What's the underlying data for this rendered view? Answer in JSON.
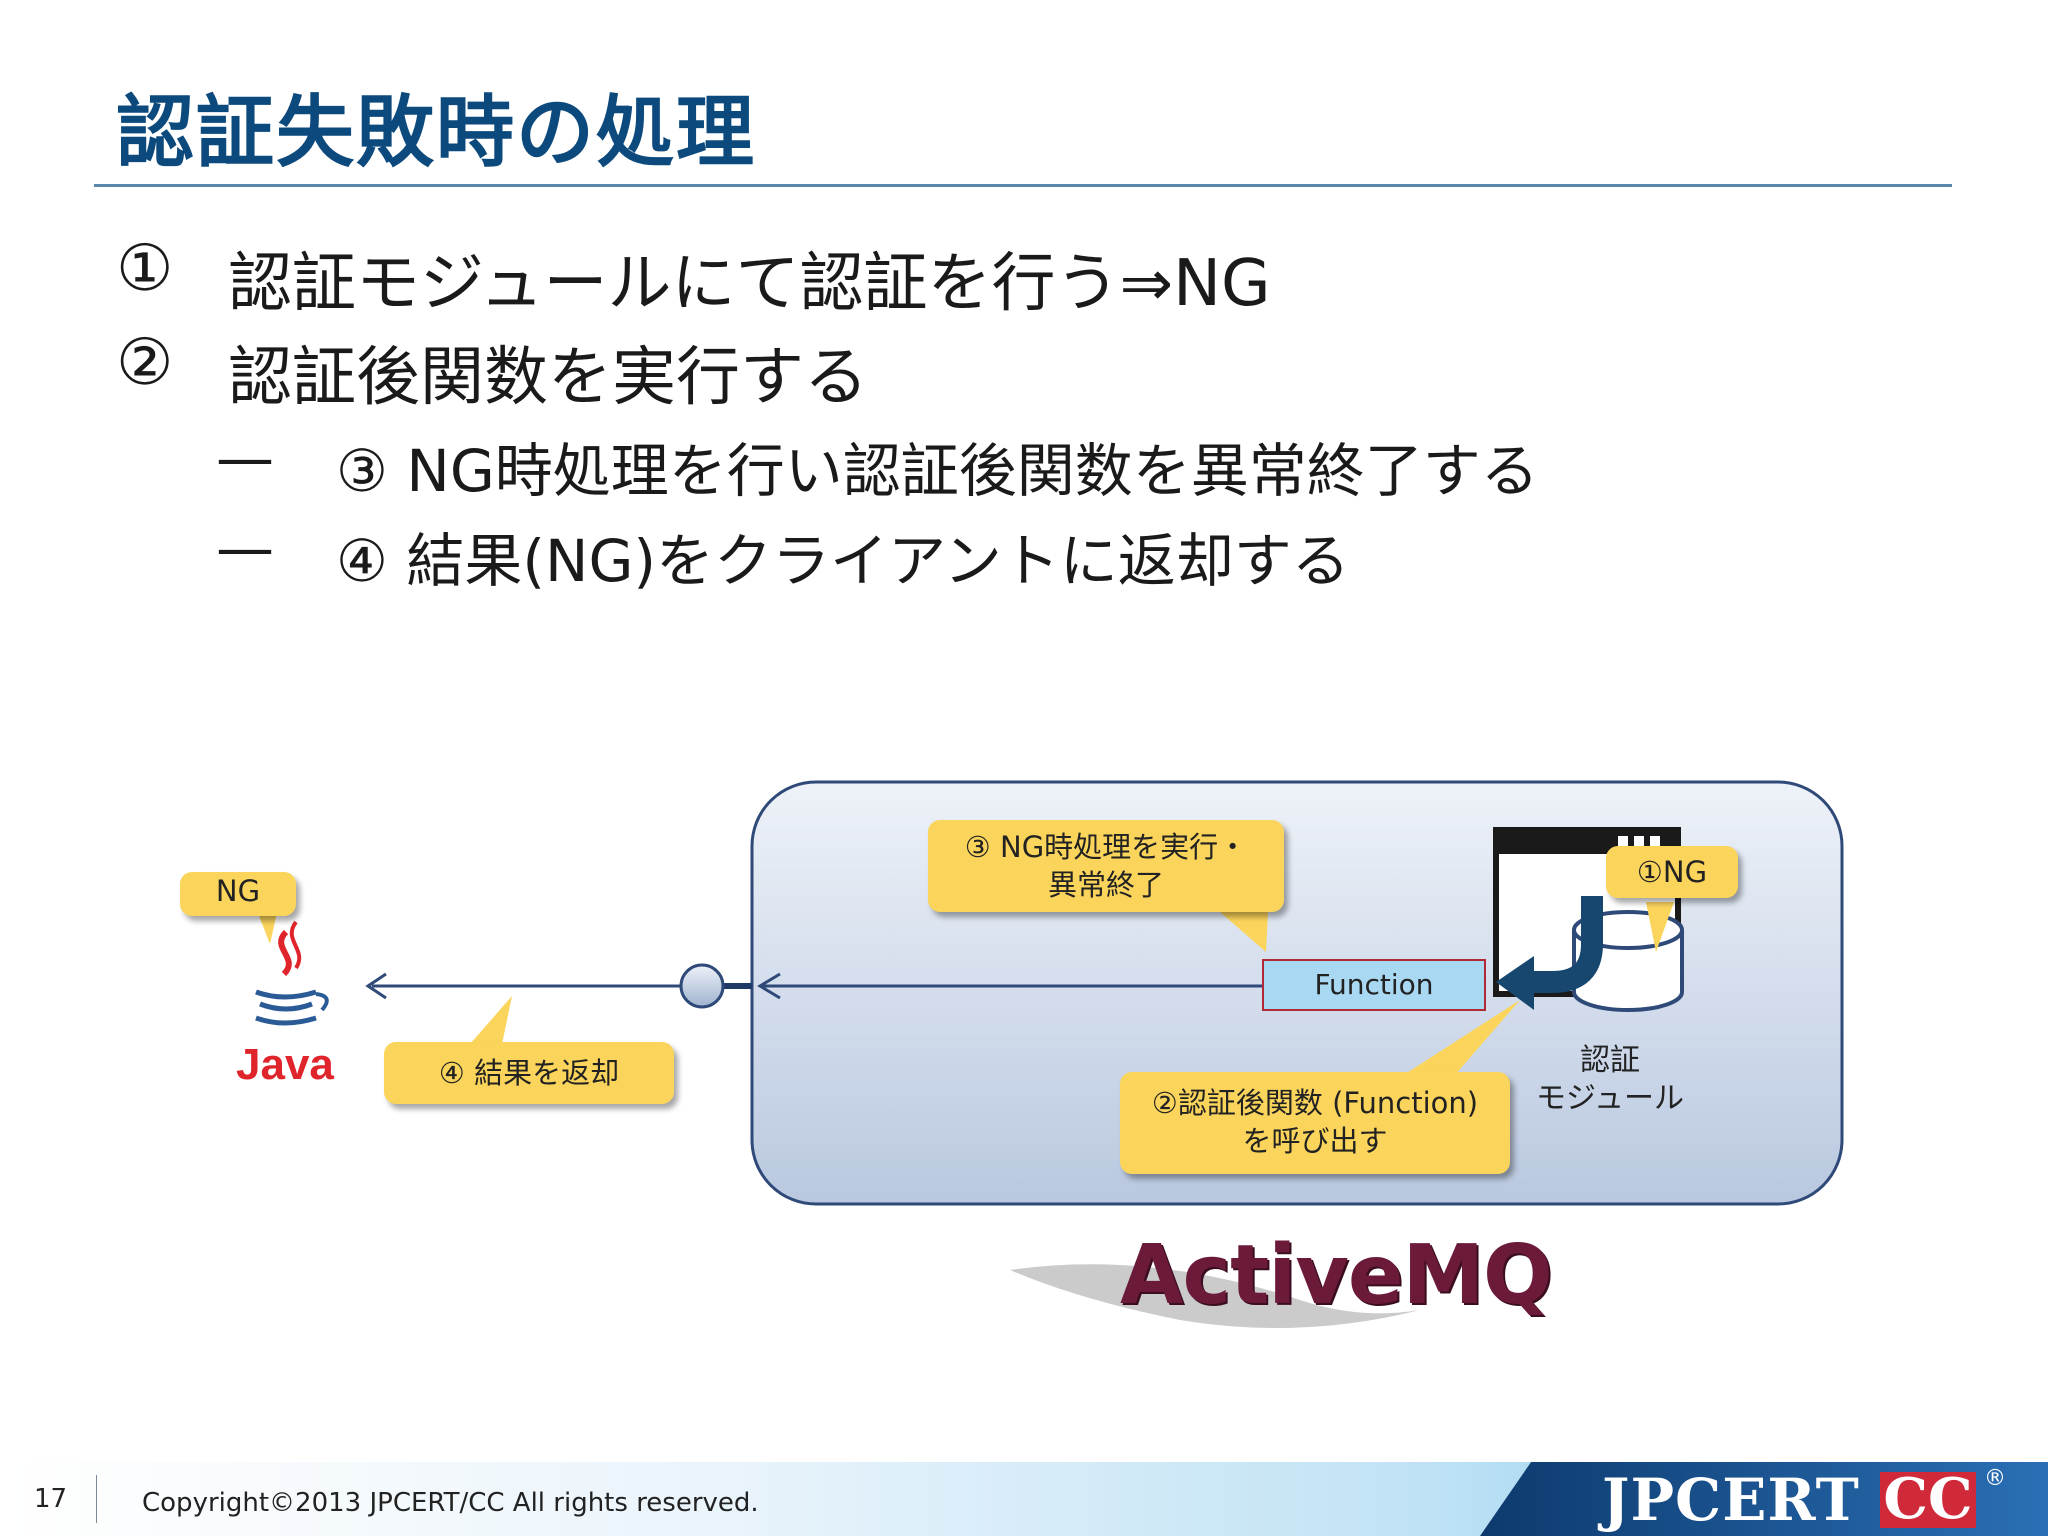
{
  "slide": {
    "title": "認証失敗時の処理",
    "bullets": [
      {
        "marker": "①",
        "text": "認証モジュールにて認証を行う⇒NG"
      },
      {
        "marker": "②",
        "text": "認証後関数を実行する"
      }
    ],
    "sub_bullets": [
      {
        "marker": "—",
        "text": "③ NG時処理を行い認証後関数を異常終了する"
      },
      {
        "marker": "—",
        "text": "④ 結果(NG)をクライアントに返却する"
      }
    ]
  },
  "diagram": {
    "client_callout": "NG",
    "java_logo_text": "Java",
    "result_callout": "④ 結果を返却",
    "ng_process_callout": [
      "③ NG時処理を実行・",
      "異常終了"
    ],
    "auth_ng_callout": "①NG",
    "function_label": "Function",
    "call_callout": [
      "②認証後関数 (Function)",
      "を呼び出す"
    ],
    "module_label": [
      "認証",
      "モジュール"
    ],
    "activemq_logo_text": "ActiveMQ"
  },
  "footer": {
    "page_number": "17",
    "copyright": "Copyright©2013 JPCERT/CC All rights reserved.",
    "brand_main": "JPCERT",
    "brand_cc": "CC",
    "brand_reg": "®"
  },
  "colors": {
    "title": "#0c4a7e",
    "callout": "#fbd55b",
    "broker_fill": "#dce4f0",
    "function_fill": "#a9d8f2",
    "activemq": "#6b1a3a",
    "java_red": "#e0242b",
    "java_blue": "#2a5b96"
  }
}
